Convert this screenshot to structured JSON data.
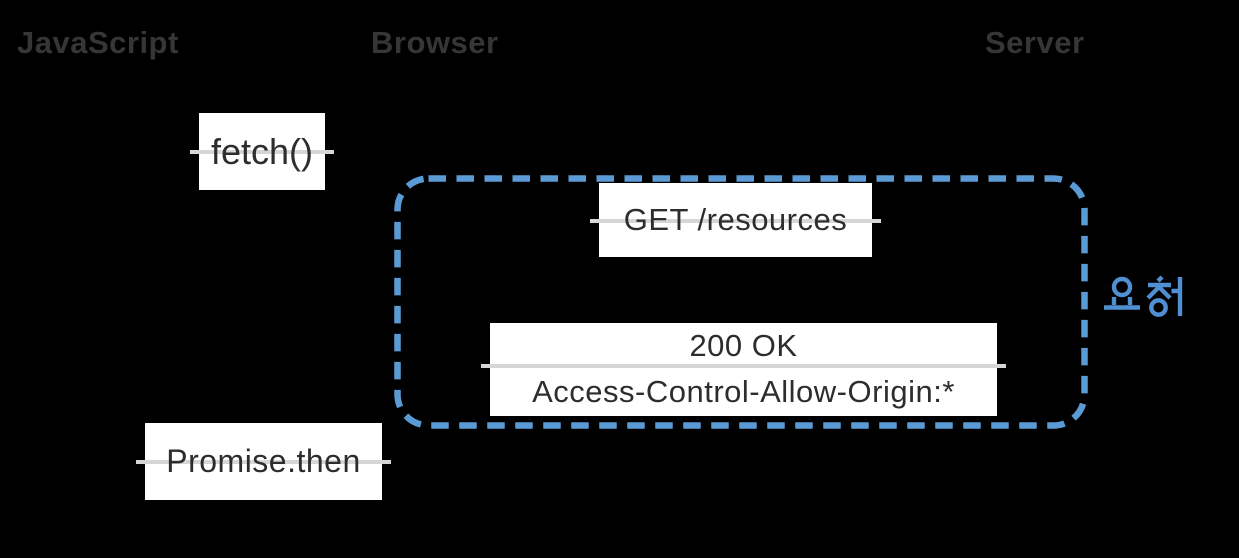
{
  "canvas": {
    "background": "#000000"
  },
  "lanes": {
    "javascript": "JavaScript",
    "browser": "Browser",
    "server": "Server"
  },
  "messages": {
    "fetch_call": "fetch()",
    "request": "GET /resources",
    "response_status": "200 OK",
    "response_header": "Access-Control-Allow-Origin:*",
    "callback": "Promise.then"
  },
  "annotation": {
    "request_label": "요청"
  },
  "colors": {
    "accent_blue": "#5b9bd5",
    "hangul_blue": "#4f8fd2",
    "lane_label_gray": "#363636",
    "box_text": "#2d2d2d",
    "box_background": "#ffffff",
    "connector_gray": "#d6d6d6",
    "background": "#000000"
  }
}
